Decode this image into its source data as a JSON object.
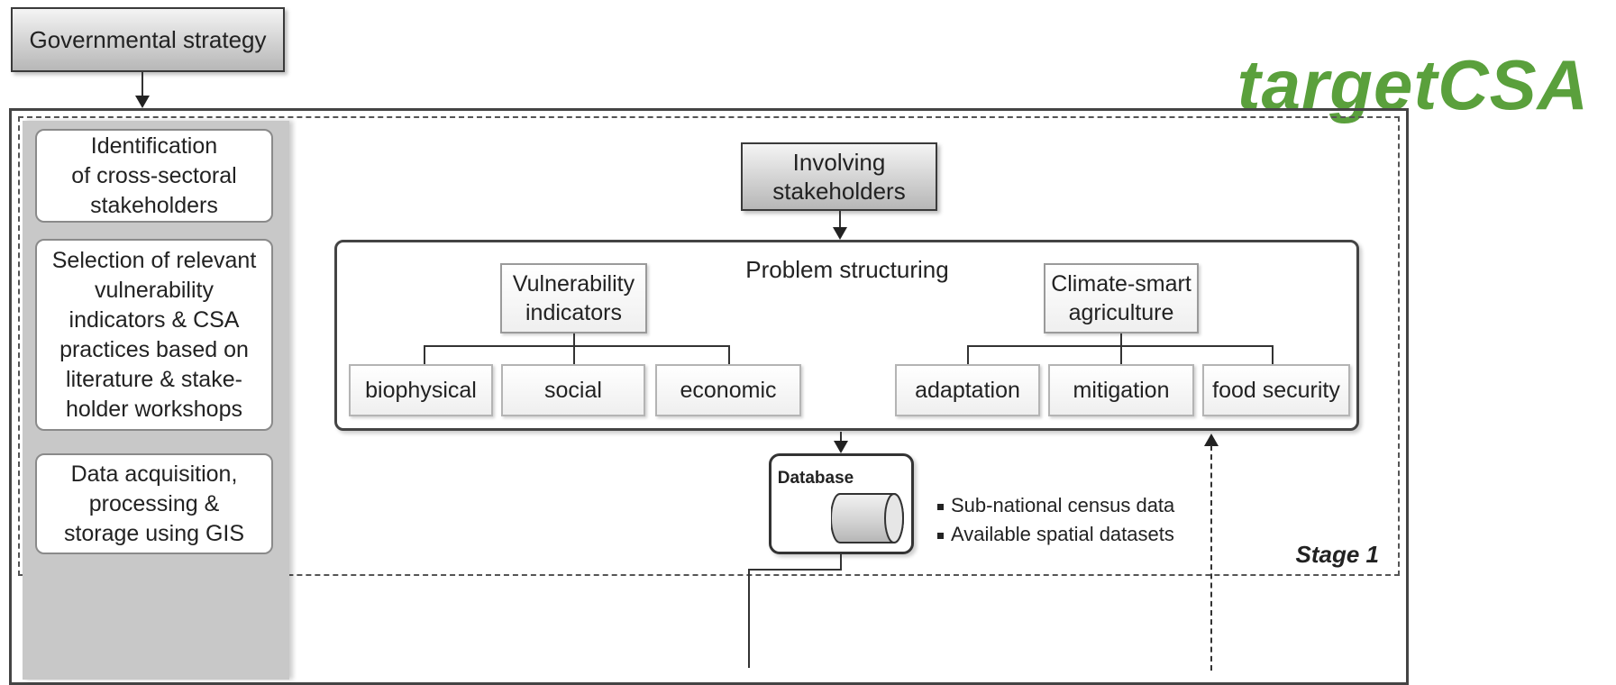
{
  "governmental_strategy": "Governmental strategy",
  "brand_title": "targetCSA",
  "left_steps": [
    "Identification\nof cross-sectoral\nstakeholders",
    "Selection of relevant\nvulnerability\nindicators & CSA\npractices based on\nliterature & stake-\nholder workshops",
    "Data acquisition,\nprocessing &\nstorage using GIS"
  ],
  "involving_stakeholders": "Involving\nstakeholders",
  "problem_structuring": {
    "title": "Problem structuring",
    "vulnerability": {
      "label": "Vulnerability\nindicators",
      "items": [
        "biophysical",
        "social",
        "economic"
      ]
    },
    "csa": {
      "label": "Climate-smart\nagriculture",
      "items": [
        "adaptation",
        "mitigation",
        "food security"
      ]
    }
  },
  "database": {
    "label": "Database",
    "sources": [
      "Sub-national census data",
      "Available spatial datasets"
    ]
  },
  "stage_label": "Stage 1",
  "colors": {
    "brand_green": "#5aa03c",
    "left_panel": "#c8c8c8",
    "border": "#3a3a3a"
  }
}
